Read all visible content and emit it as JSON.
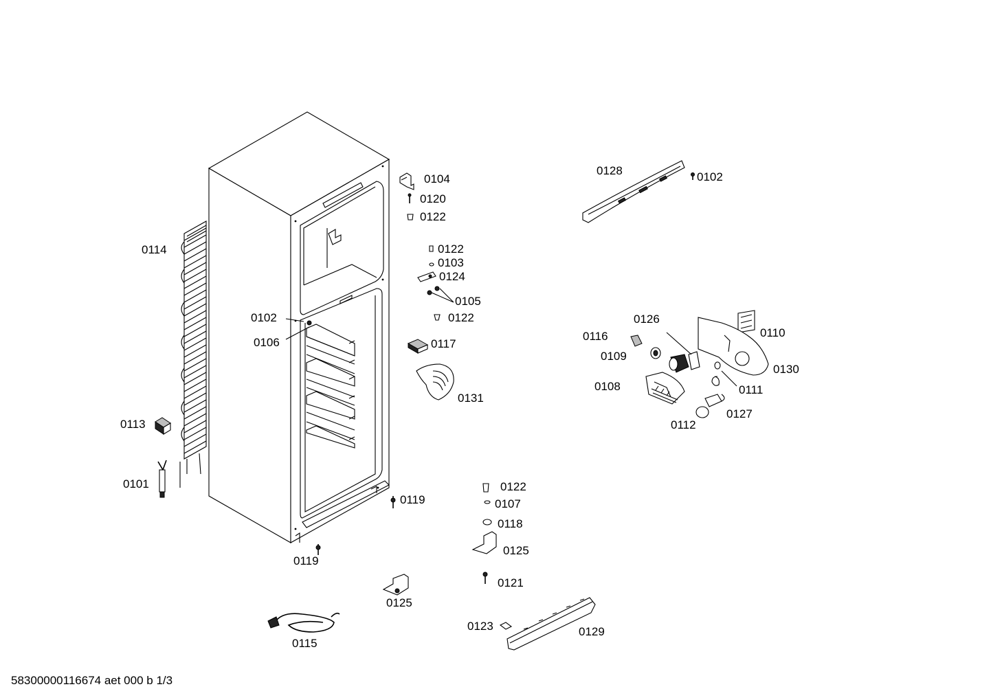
{
  "labels": {
    "l0104": "0104",
    "l0120": "0120",
    "l0122a": "0122",
    "l0114": "0114",
    "l0122b": "0122",
    "l0103": "0103",
    "l0124": "0124",
    "l0105": "0105",
    "l0102a": "0102",
    "l0122c": "0122",
    "l0106": "0106",
    "l0117": "0117",
    "l0131": "0131",
    "l0113": "0113",
    "l0101": "0101",
    "l0119a": "0119",
    "l0119b": "0119",
    "l0122d": "0122",
    "l0107": "0107",
    "l0118": "0118",
    "l0125a": "0125",
    "l0125b": "0125",
    "l0121": "0121",
    "l0123": "0123",
    "l0129": "0129",
    "l0115": "0115",
    "l0128": "0128",
    "l0102b": "0102",
    "l0126": "0126",
    "l0110": "0110",
    "l0116": "0116",
    "l0109": "0109",
    "l0130": "0130",
    "l0108": "0108",
    "l0111": "0111",
    "l0127": "0127",
    "l0112": "0112"
  },
  "footer": "58300000116674 aet 000 b 1/3"
}
